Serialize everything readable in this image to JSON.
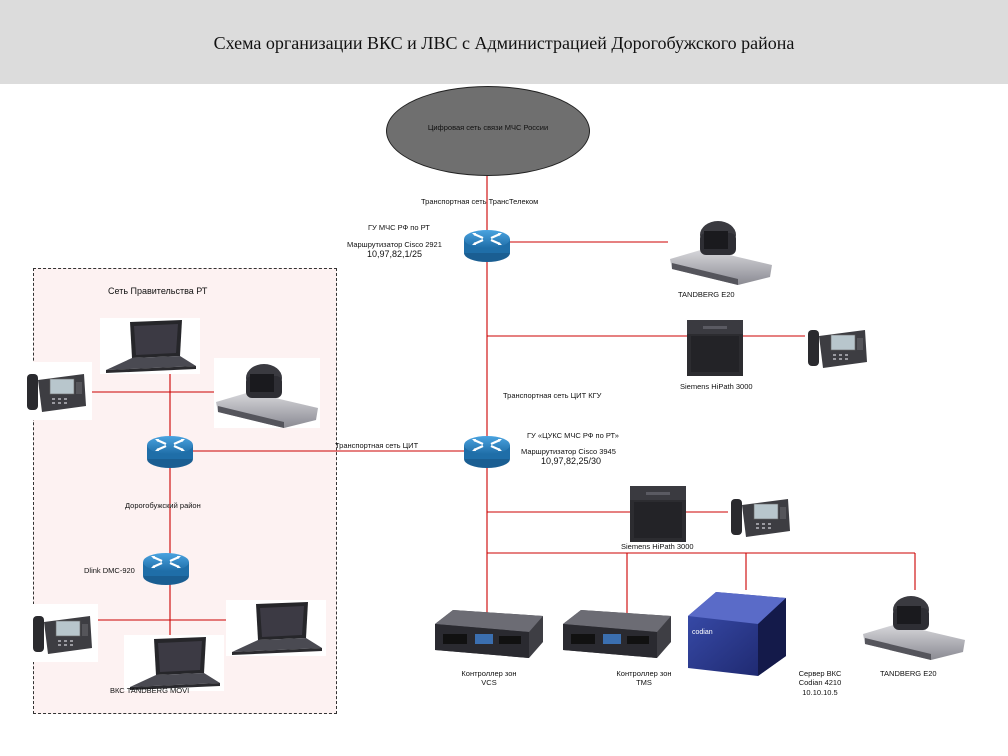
{
  "title": "Схема организации ВКС и ЛВС с Администрацией Дорогобужского района",
  "cloud": {
    "label": "Цифровая сеть связи МЧС России"
  },
  "links": {
    "transtelecom": "Транспортная сеть ТрансТелеком",
    "cit_kgu": "Транспортная сеть ЦИТ КГУ",
    "cit": "Транспортная сеть ЦИТ"
  },
  "router_top": {
    "org": "ГУ МЧС РФ по РТ",
    "model": "Маршрутизатор Cisco 2921",
    "ip": "10,97,82,1/25"
  },
  "router_mid": {
    "org": "ГУ «ЦУКС МЧС РФ по РТ»",
    "model": "Маршрутизатор Cisco 3945",
    "ip": "10,97,82,25/30"
  },
  "gov": {
    "label": "Сеть Правительства РТ",
    "district": "Дорогобужский район",
    "dlink": "Dlink DMC-920",
    "movi": "ВКС TANDBERG MOVI"
  },
  "devices": {
    "tandberg_top": "TANDBERG E20",
    "siemens_1": "Siemens HiPath 3000",
    "siemens_2": "Siemens HiPath 3000",
    "vcs": [
      "Контроллер зон",
      "VCS"
    ],
    "tms": [
      "Контроллер зон",
      "TMS"
    ],
    "codian": [
      "Сервер ВКС",
      "Codian 4210",
      "10.10.10.5"
    ],
    "codian_brand": "codian",
    "tandberg_bottom": "TANDBERG E20"
  },
  "colors": {
    "header_bg": "#dcdcdc",
    "link_red": "#cc0000",
    "router_blue": "#2f86c8",
    "cloud": "#6f6f6f"
  }
}
